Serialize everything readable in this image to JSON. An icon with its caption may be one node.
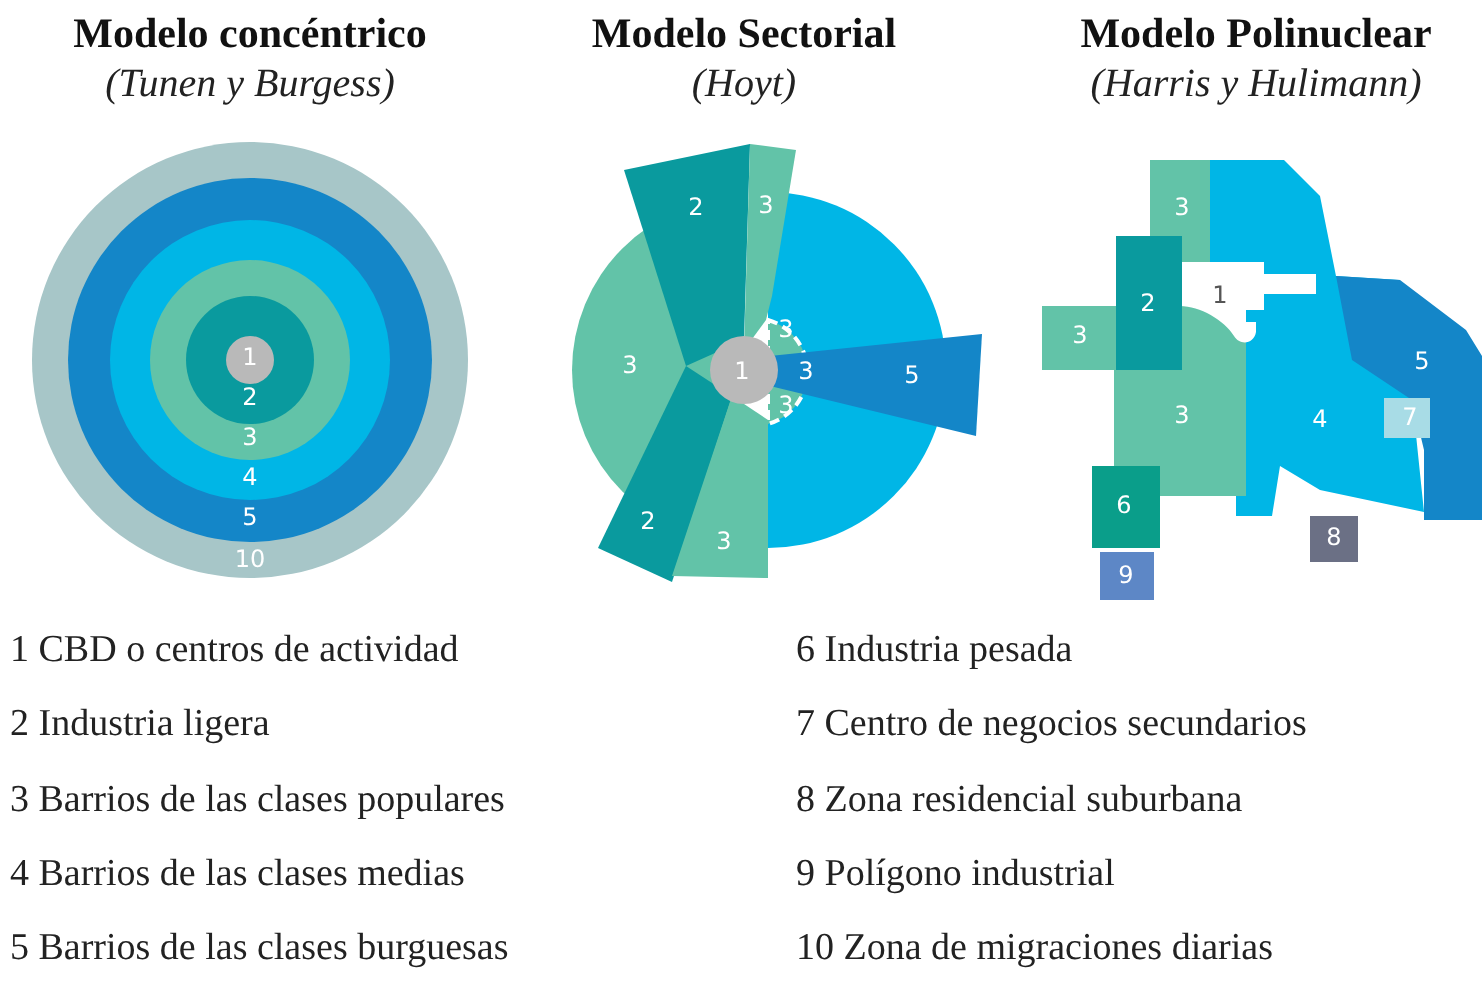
{
  "diagram": {
    "labels": [
      "Modelo concéntrico",
      "(Tunen y Burgess)",
      "Modelo Sectorial",
      "(Hoyt)",
      "Modelo Polinuclear",
      "(Harris y Hulimann)",
      "1",
      "2",
      "3",
      "4",
      "5",
      "10",
      "2",
      "3",
      "3",
      "1",
      "3",
      "3",
      "5",
      "3",
      "2",
      "3",
      "3",
      "1",
      "2",
      "3",
      "3",
      "5",
      "4",
      "7",
      "6",
      "8",
      "9",
      "1 CBD o centros de actividad",
      "6 Industria pesada",
      "2 Industria ligera",
      "7 Centro de negocios secundarios",
      "3 Barrios de las clases populares",
      "8 Zona residencial suburbana",
      "4 Barrios de las clases medias",
      "9 Polígono industrial",
      "5 Barrios de las clases burguesas",
      "10 Zona de migraciones diarias"
    ]
  }
}
